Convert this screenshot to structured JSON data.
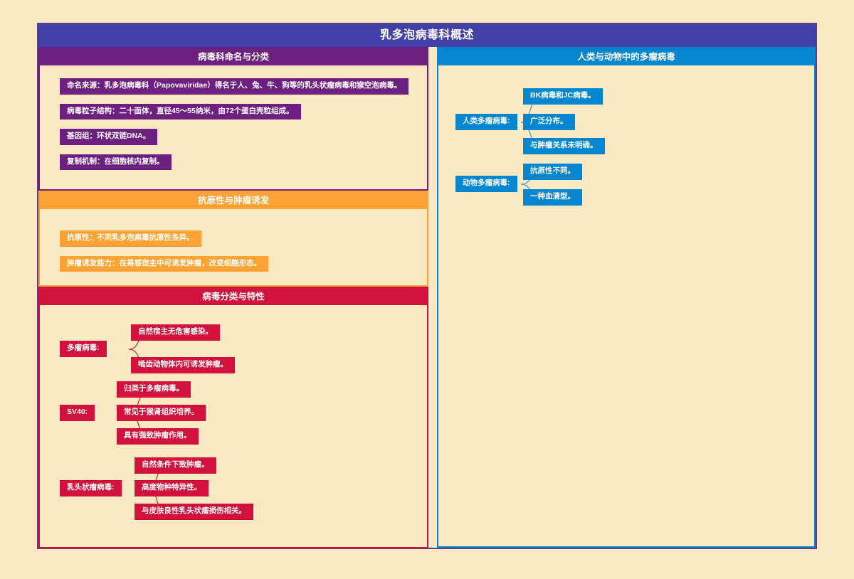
{
  "map": {
    "title": "乳多泡病毒科概述",
    "colors": {
      "background": "#fbe9c4",
      "frame_border": "#5b3f8c",
      "title_bar": "#4141a8",
      "purple": "#6d2080",
      "orange": "#fba335",
      "crimson": "#d0123c",
      "blue": "#0586ce"
    }
  },
  "left": {
    "naming": {
      "header": "病毒科命名与分类",
      "items": [
        "命名来源：乳多泡病毒科（Papovaviridae）得名于人、兔、牛、狗等的乳头状瘤病毒和猴空泡病毒。",
        "病毒粒子结构：二十面体，直径45～55纳米，由72个蛋白壳粒组成。",
        "基因组：环状双链DNA。",
        "复制机制：在细胞核内复制。"
      ]
    },
    "antigenic": {
      "header": "抗原性与肿瘤诱发",
      "items": [
        "抗原性：不同乳多泡病毒抗原性各异。",
        "肿瘤诱发能力：在易感宿主中可诱发肿瘤，改变细胞形态。"
      ]
    },
    "classification": {
      "header": "病毒分类与特性",
      "branches": [
        {
          "label": "多瘤病毒:",
          "children": [
            "自然宿主无危害感染。",
            "啮齿动物体内可诱发肿瘤。"
          ]
        },
        {
          "label": "SV40:",
          "children": [
            "归类于多瘤病毒。",
            "常见于猴肾组织培养。",
            "具有强致肿瘤作用。"
          ]
        },
        {
          "label": "乳头状瘤病毒:",
          "children": [
            "自然条件下致肿瘤。",
            "高度物种特异性。",
            "与皮肤良性乳头状瘤损伤相关。"
          ]
        }
      ]
    }
  },
  "right": {
    "polyoma": {
      "header": "人类与动物中的多瘤病毒",
      "branches": [
        {
          "label": "人类多瘤病毒:",
          "children": [
            "BK病毒和JC病毒。",
            "广泛分布。",
            "与肿瘤关系未明确。"
          ]
        },
        {
          "label": "动物多瘤病毒:",
          "children": [
            "抗原性不同。",
            "一种血清型。"
          ]
        }
      ]
    }
  }
}
